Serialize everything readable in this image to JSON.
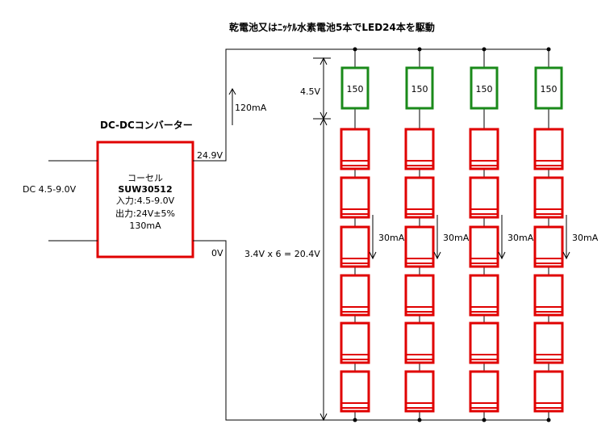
{
  "title": "乾電池又はﾆｯｹﾙ水素電池5本でLED24本を駆動",
  "converter": {
    "heading": "DC-DCコンバーター",
    "maker": "コーセル",
    "model": "SUW30512",
    "input": "入力:4.5-9.0V",
    "output": "出力:24V±5%",
    "current": "130mA"
  },
  "labels": {
    "input_voltage": "DC 4.5-9.0V",
    "output_voltage": "24.9V",
    "ground": "0V",
    "total_current": "120mA",
    "resistor_drop": "4.5V",
    "led_drop": "3.4V x 6 = 20.4V"
  },
  "columns": [
    {
      "resistor": "150",
      "current": "30mA"
    },
    {
      "resistor": "150",
      "current": "30mA"
    },
    {
      "resistor": "150",
      "current": "30mA"
    },
    {
      "resistor": "150",
      "current": "30mA"
    }
  ],
  "leds_per_column": 6,
  "colors": {
    "led": "#e00000",
    "resistor": "#1a8a1a",
    "wire": "#000000"
  }
}
